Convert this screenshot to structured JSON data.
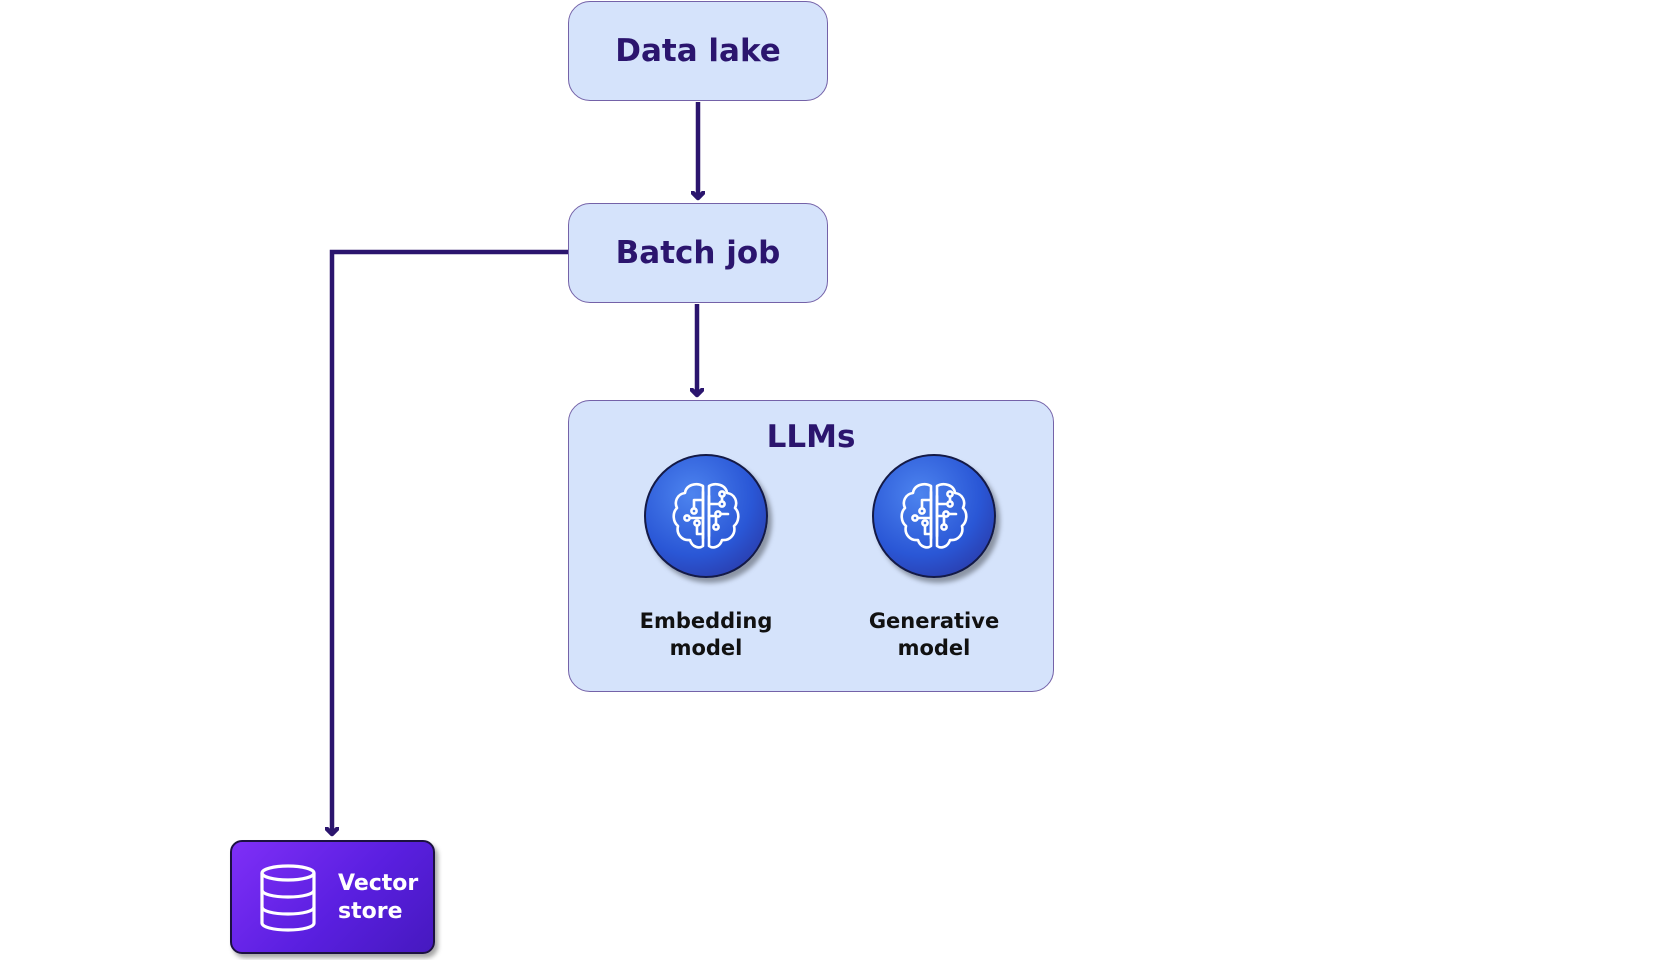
{
  "nodes": {
    "data_lake": "Data lake",
    "batch_job": "Batch job",
    "llms": {
      "title": "LLMs",
      "models": [
        {
          "line1": "Embedding",
          "line2": "model",
          "icon": "brain-circuit-icon"
        },
        {
          "line1": "Generative",
          "line2": "model",
          "icon": "brain-circuit-icon"
        }
      ]
    },
    "vector_store": {
      "line1": "Vector",
      "line2": "store",
      "icon": "database-icon"
    }
  },
  "edges": [
    {
      "from": "Data lake",
      "to": "Batch job"
    },
    {
      "from": "Batch job",
      "to": "LLMs"
    },
    {
      "from": "Batch job",
      "to": "Vector store"
    }
  ],
  "colors": {
    "box_fill": "#d5e3fb",
    "box_border": "#7462a8",
    "title_text": "#2b156e",
    "connector": "#2b156e",
    "model_icon": "#2a57d6",
    "vector_store_fill": "#6a25ea"
  }
}
